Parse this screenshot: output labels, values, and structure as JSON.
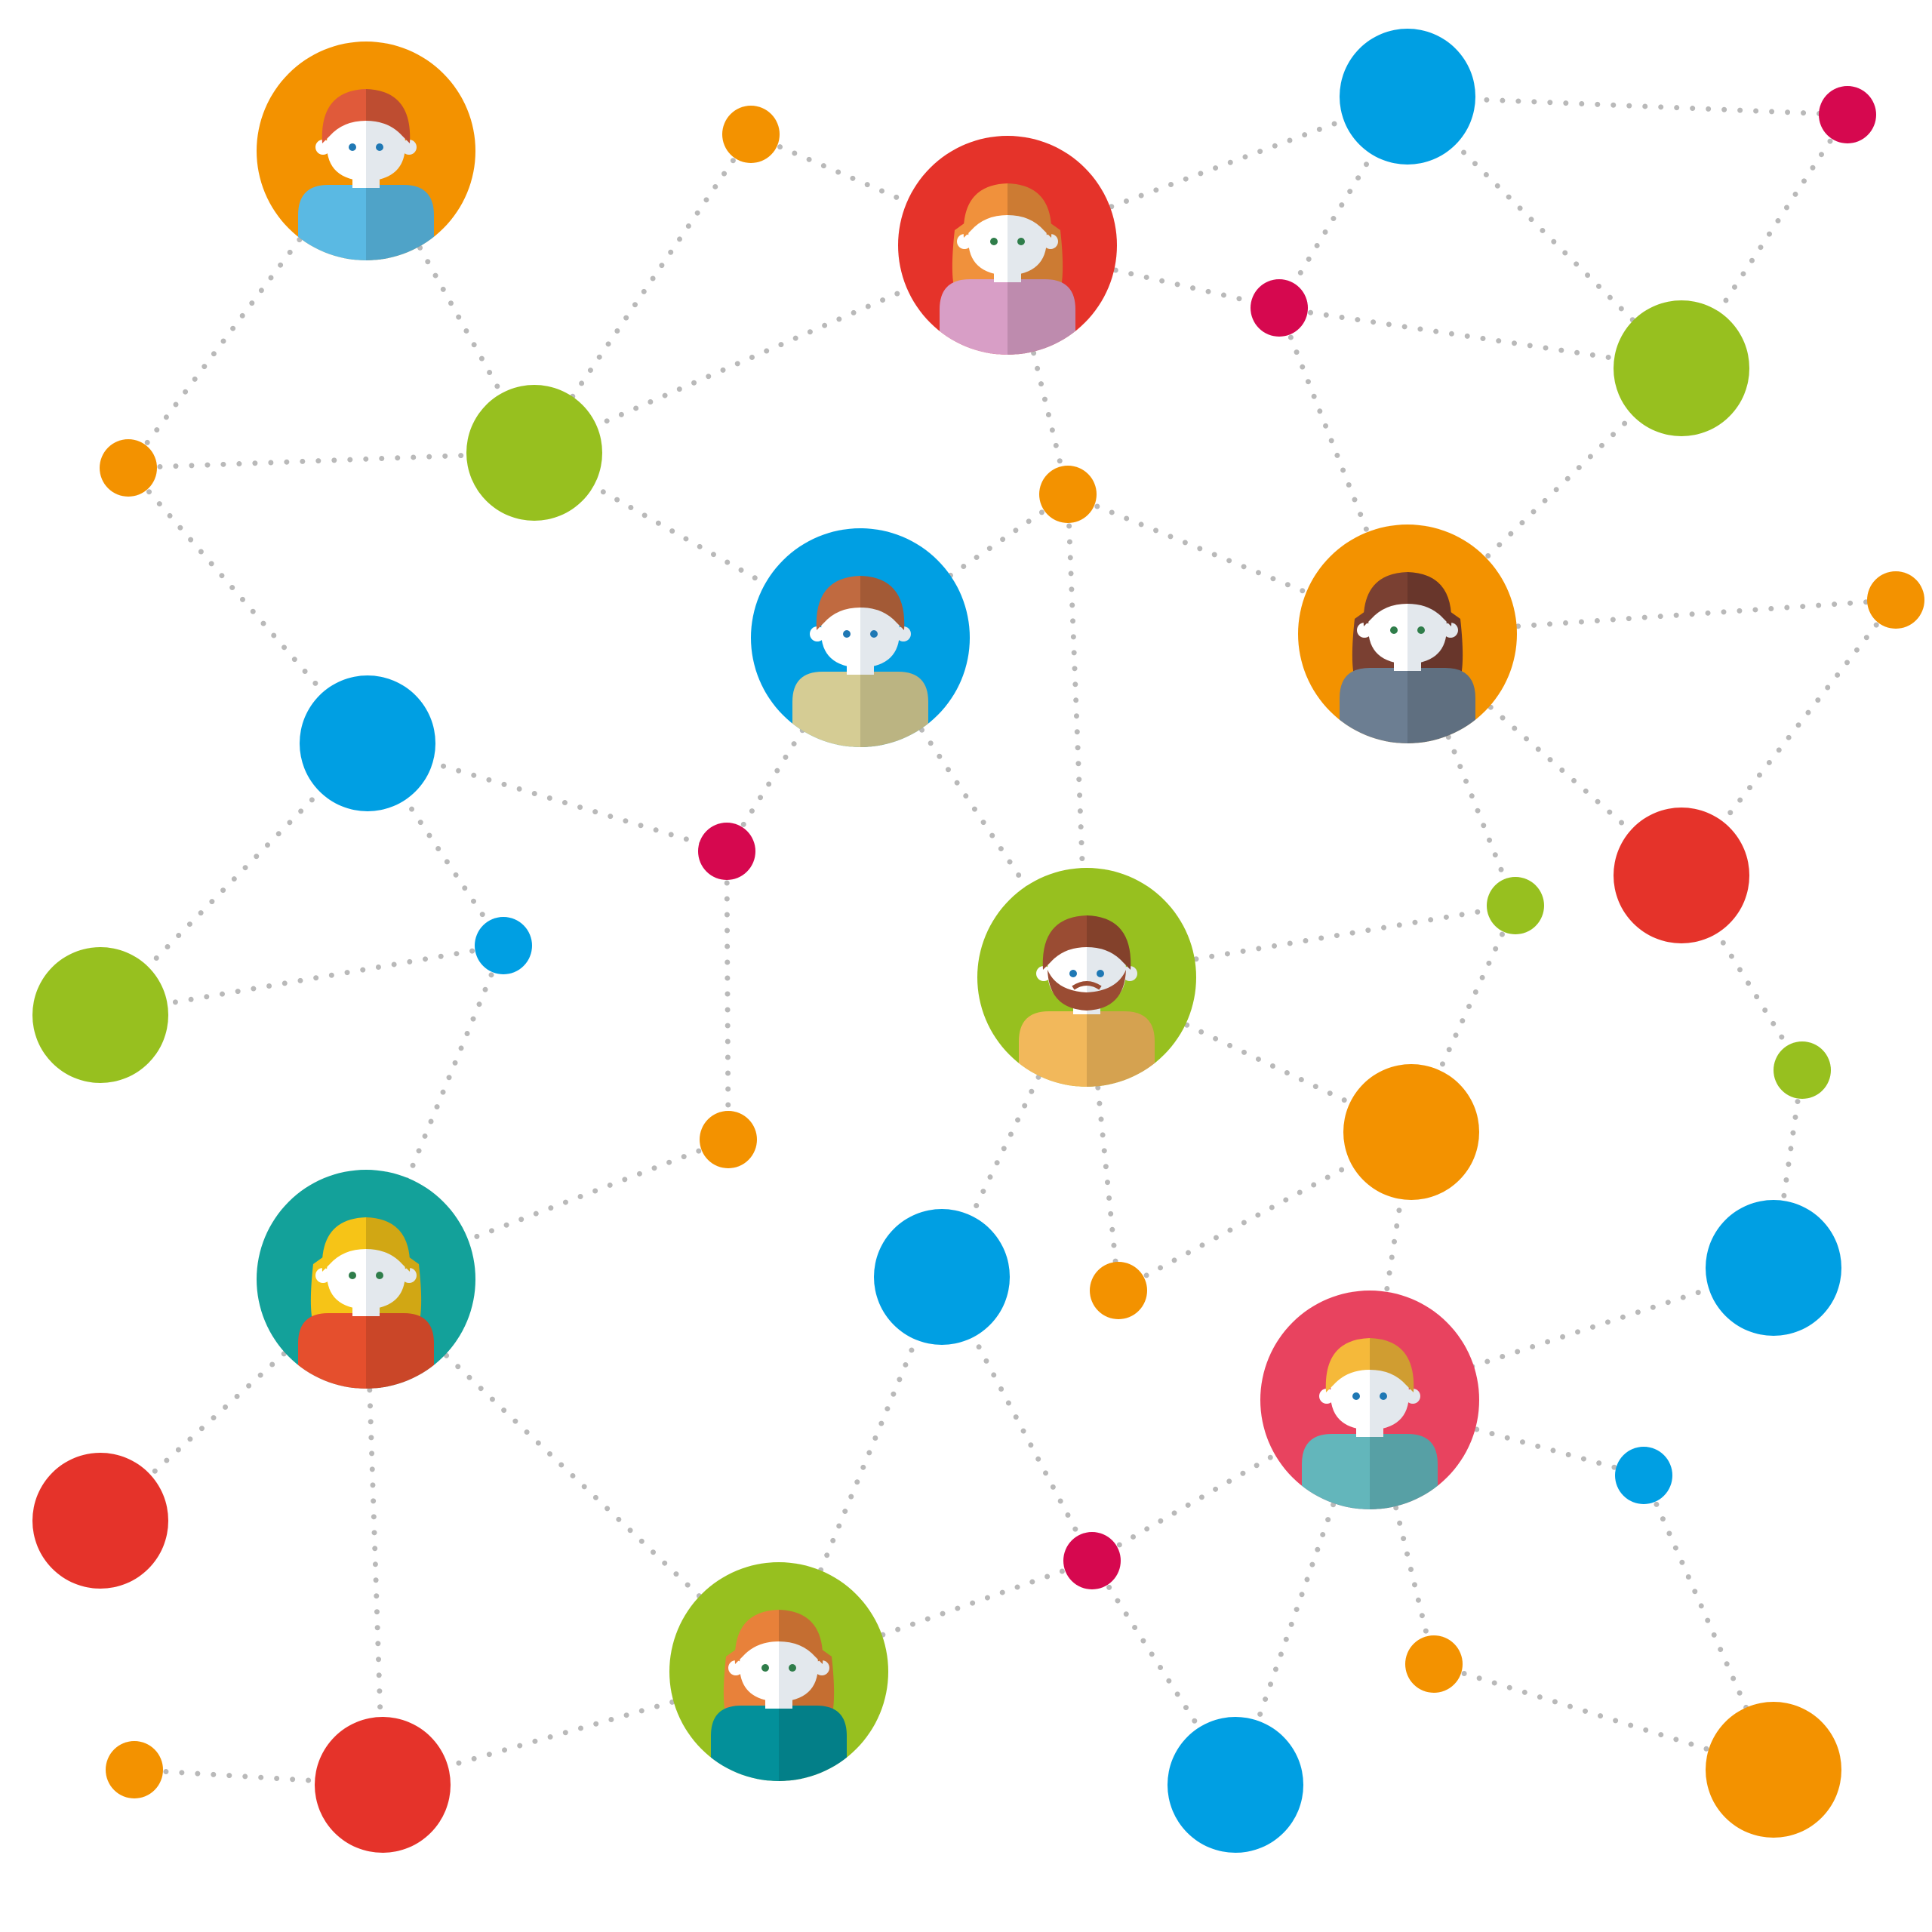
{
  "diagram": {
    "kind": "social-network",
    "palette": {
      "orange": "#f39200",
      "green": "#97c01f",
      "blue": "#009fe3",
      "red": "#e5332a",
      "crimson": "#d6084f",
      "teal": "#13a19a",
      "rose": "#e8435f",
      "edge": "#b9b9b9",
      "skin": "#ffffff",
      "skin_shade": "#e3e8ed"
    },
    "people": [
      {
        "id": "p1",
        "bg": "orange",
        "hair": "#e05a3a",
        "shirt": "#5ab9e3",
        "gender": "male"
      },
      {
        "id": "p2",
        "bg": "red",
        "hair": "#f0913c",
        "shirt": "#d89ec6",
        "gender": "female"
      },
      {
        "id": "p3",
        "bg": "blue",
        "hair": "#c06a40",
        "shirt": "#d5cc94",
        "gender": "male"
      },
      {
        "id": "p4",
        "bg": "orange",
        "hair": "#7a4032",
        "shirt": "#6c7e92",
        "gender": "female"
      },
      {
        "id": "p5",
        "bg": "green",
        "hair": "#9a4c33",
        "shirt": "#f2b85b",
        "gender": "male-beard"
      },
      {
        "id": "p6",
        "bg": "teal",
        "hair": "#f6c417",
        "shirt": "#e54f2d",
        "gender": "female"
      },
      {
        "id": "p7",
        "bg": "rose",
        "hair": "#f5b93a",
        "shirt": "#63b6bb",
        "gender": "male"
      },
      {
        "id": "p8",
        "bg": "green",
        "hair": "#e8813a",
        "shirt": "#03909a",
        "gender": "female"
      }
    ],
    "dots": [
      {
        "id": "d1",
        "color": "orange",
        "size": "small"
      },
      {
        "id": "d2",
        "color": "blue",
        "size": "large"
      },
      {
        "id": "d3",
        "color": "crimson",
        "size": "small"
      },
      {
        "id": "d4",
        "color": "orange",
        "size": "small"
      },
      {
        "id": "d5",
        "color": "green",
        "size": "large"
      },
      {
        "id": "d6",
        "color": "crimson",
        "size": "small"
      },
      {
        "id": "d7",
        "color": "green",
        "size": "large"
      },
      {
        "id": "d8",
        "color": "orange",
        "size": "small"
      },
      {
        "id": "d9",
        "color": "orange",
        "size": "small"
      },
      {
        "id": "d10",
        "color": "blue",
        "size": "large"
      },
      {
        "id": "d11",
        "color": "crimson",
        "size": "small"
      },
      {
        "id": "d12",
        "color": "green",
        "size": "small"
      },
      {
        "id": "d13",
        "color": "red",
        "size": "large"
      },
      {
        "id": "d14",
        "color": "blue",
        "size": "small"
      },
      {
        "id": "d15",
        "color": "green",
        "size": "large"
      },
      {
        "id": "d16",
        "color": "green",
        "size": "small"
      },
      {
        "id": "d17",
        "color": "orange",
        "size": "large"
      },
      {
        "id": "d18",
        "color": "orange",
        "size": "small"
      },
      {
        "id": "d19",
        "color": "blue",
        "size": "large"
      },
      {
        "id": "d20",
        "color": "orange",
        "size": "small"
      },
      {
        "id": "d21",
        "color": "blue",
        "size": "large"
      },
      {
        "id": "d22",
        "color": "red",
        "size": "large"
      },
      {
        "id": "d23",
        "color": "crimson",
        "size": "small"
      },
      {
        "id": "d24",
        "color": "blue",
        "size": "small"
      },
      {
        "id": "d25",
        "color": "orange",
        "size": "small"
      },
      {
        "id": "d26",
        "color": "orange",
        "size": "small"
      },
      {
        "id": "d27",
        "color": "red",
        "size": "large"
      },
      {
        "id": "d28",
        "color": "blue",
        "size": "large"
      },
      {
        "id": "d29",
        "color": "orange",
        "size": "large"
      }
    ],
    "edges": [
      [
        "p1",
        "d5"
      ],
      [
        "p1",
        "d4"
      ],
      [
        "d1",
        "d5"
      ],
      [
        "d1",
        "p2"
      ],
      [
        "d5",
        "p2"
      ],
      [
        "p2",
        "d2"
      ],
      [
        "p2",
        "d6"
      ],
      [
        "p2",
        "d8"
      ],
      [
        "d2",
        "d3"
      ],
      [
        "d2",
        "d6"
      ],
      [
        "d2",
        "d7"
      ],
      [
        "d3",
        "d7"
      ],
      [
        "d6",
        "d7"
      ],
      [
        "d6",
        "p4"
      ],
      [
        "d7",
        "p4"
      ],
      [
        "d8",
        "p4"
      ],
      [
        "d8",
        "p3"
      ],
      [
        "d8",
        "p5"
      ],
      [
        "d4",
        "d5"
      ],
      [
        "d4",
        "d10"
      ],
      [
        "d5",
        "p3"
      ],
      [
        "p4",
        "d9"
      ],
      [
        "d9",
        "d13"
      ],
      [
        "p4",
        "d13"
      ],
      [
        "p4",
        "d12"
      ],
      [
        "d10",
        "d11"
      ],
      [
        "d10",
        "d15"
      ],
      [
        "d10",
        "d14"
      ],
      [
        "d11",
        "p3"
      ],
      [
        "d11",
        "d18"
      ],
      [
        "p3",
        "p5"
      ],
      [
        "d14",
        "d15"
      ],
      [
        "d14",
        "p6"
      ],
      [
        "d18",
        "p6"
      ],
      [
        "p5",
        "d12"
      ],
      [
        "p5",
        "d17"
      ],
      [
        "p5",
        "d19"
      ],
      [
        "p5",
        "d20"
      ],
      [
        "d12",
        "d17"
      ],
      [
        "d13",
        "d16"
      ],
      [
        "d16",
        "d21"
      ],
      [
        "d17",
        "d20"
      ],
      [
        "d17",
        "p7"
      ],
      [
        "d21",
        "p7"
      ],
      [
        "p6",
        "d22"
      ],
      [
        "p6",
        "d27"
      ],
      [
        "p6",
        "p8"
      ],
      [
        "d19",
        "p8"
      ],
      [
        "d19",
        "d23"
      ],
      [
        "d23",
        "p8"
      ],
      [
        "d23",
        "p7"
      ],
      [
        "d23",
        "d28"
      ],
      [
        "p7",
        "d28"
      ],
      [
        "p7",
        "d24"
      ],
      [
        "p7",
        "d26"
      ],
      [
        "d24",
        "d29"
      ],
      [
        "d26",
        "d29"
      ],
      [
        "d25",
        "d27"
      ],
      [
        "d27",
        "p8"
      ]
    ]
  }
}
